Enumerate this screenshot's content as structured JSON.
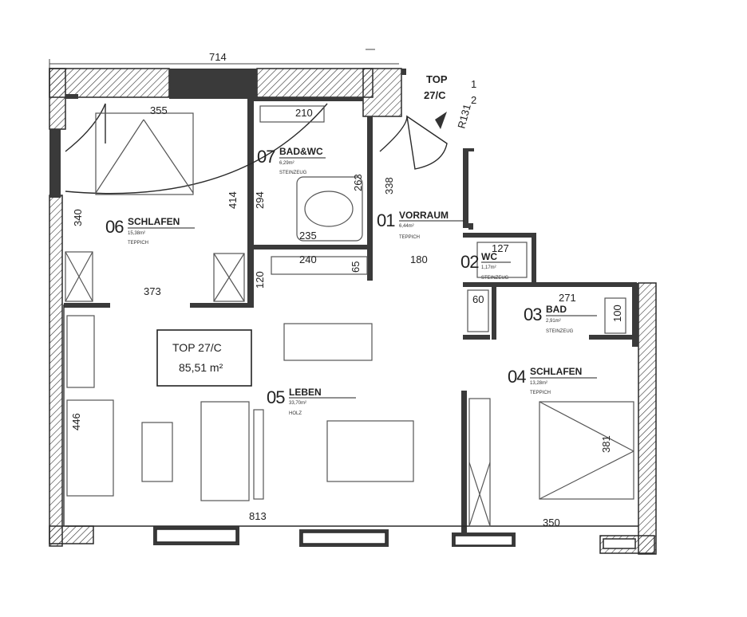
{
  "dimensions": {
    "top_width": "714",
    "d355": "355",
    "d210": "210",
    "d338": "338",
    "d263": "263",
    "d414": "414",
    "d294": "294",
    "d340": "340",
    "d235": "235",
    "d240": "240",
    "d65": "65",
    "d120": "120",
    "d373": "373",
    "d180": "180",
    "d127": "127",
    "d271": "271",
    "d60": "60",
    "d100": "100",
    "d446": "446",
    "d813": "813",
    "d381": "381",
    "d350": "350"
  },
  "entrance": {
    "label_line1": "TOP",
    "label_line2": "27/C",
    "radius_label": "R131",
    "mark1": "1",
    "mark2": "2"
  },
  "summary": {
    "title": "TOP 27/C",
    "area": "85,51 m²"
  },
  "rooms": [
    {
      "num": "01",
      "name": "VORRAUM",
      "area": "6,44m²",
      "floor": "TEPPICH"
    },
    {
      "num": "02",
      "name": "WC",
      "area": "1,17m²",
      "floor": "STEINZEUG"
    },
    {
      "num": "03",
      "name": "BAD",
      "area": "2,91m²",
      "floor": "STEINZEUG"
    },
    {
      "num": "04",
      "name": "SCHLAFEN",
      "area": "13,28m²",
      "floor": "TEPPICH"
    },
    {
      "num": "05",
      "name": "LEBEN",
      "area": "33,70m²",
      "floor": "HOLZ"
    },
    {
      "num": "06",
      "name": "SCHLAFEN",
      "area": "15,38m²",
      "floor": "TEPPICH"
    },
    {
      "num": "07",
      "name": "BAD&WC",
      "area": "6,29m²",
      "floor": "STEINZEUG"
    }
  ]
}
